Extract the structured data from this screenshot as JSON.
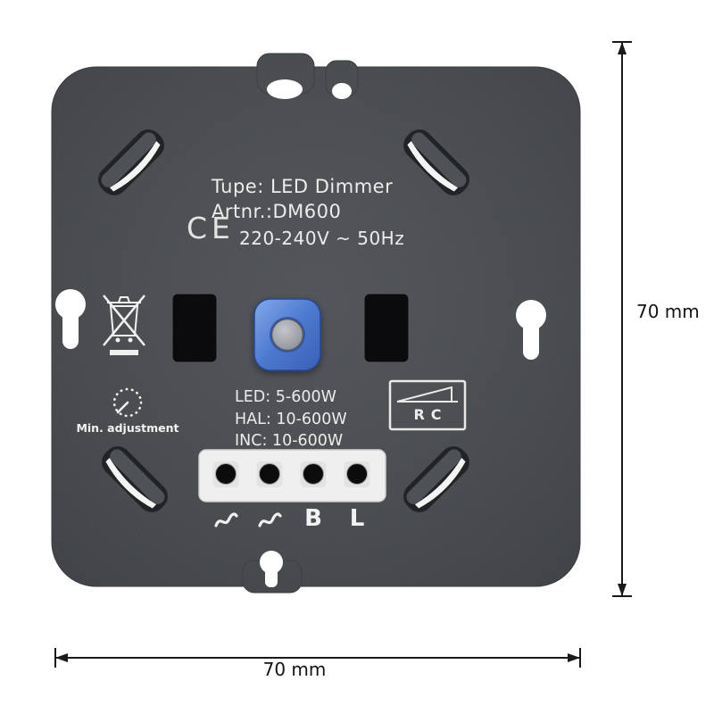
{
  "product": {
    "type_label": "Tupe: LED Dimmer",
    "artnr_label": "Artnr.:DM600",
    "ce_mark": "CE",
    "voltage": "220-240V ~ 50Hz",
    "min_adjustment_label": "Min. adjustment",
    "load_ratings": [
      "LED: 5-600W",
      "HAL: 10-600W",
      "INC: 10-600W"
    ],
    "rc_label": "RC",
    "terminal_labels": [
      "B",
      "L"
    ]
  },
  "dimensions": {
    "height_label": "70 mm",
    "width_label": "70 mm"
  },
  "colors": {
    "plate": "#43464a",
    "knob": "#4d79cf",
    "print": "#ececec",
    "dimension_line": "#1a1a1a",
    "background": "#ffffff"
  }
}
